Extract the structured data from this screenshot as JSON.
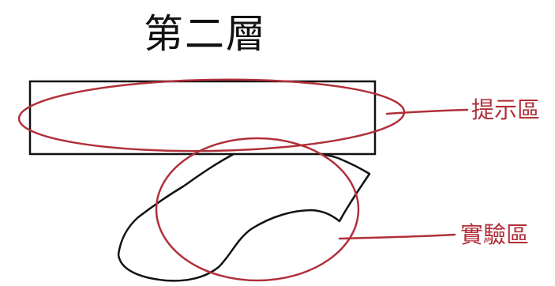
{
  "heading": "第二層",
  "labels": {
    "upper": "提示區",
    "lower": "實驗區"
  },
  "colors": {
    "ink": "#111111",
    "annotation": "#b0303a"
  }
}
